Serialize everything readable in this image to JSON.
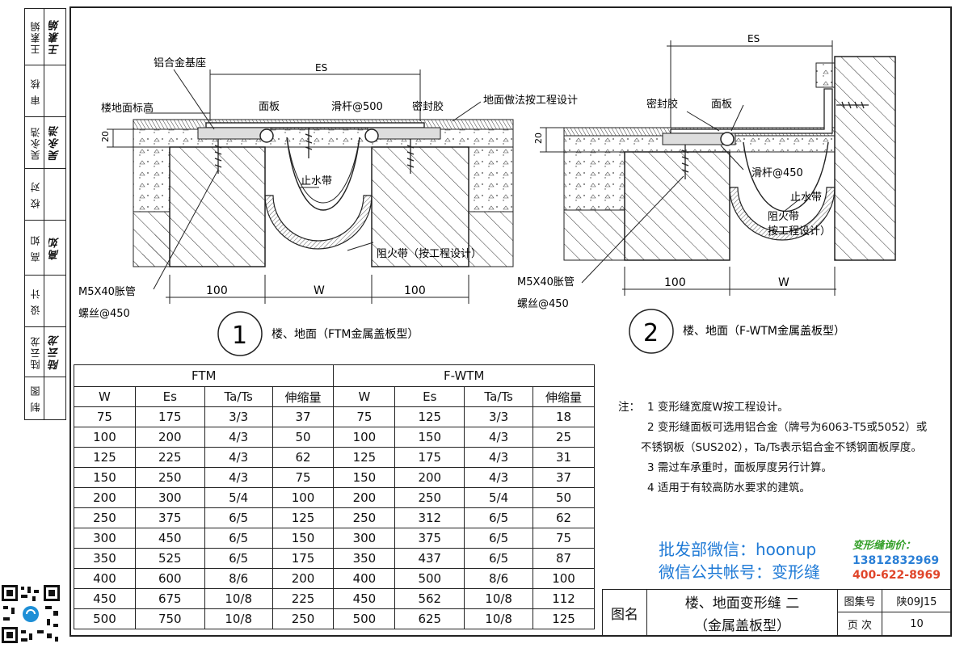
{
  "sidebar": [
    {
      "label": "王素娟",
      "sign": "王素娟"
    },
    {
      "label": "审 核",
      "sign": ""
    },
    {
      "label": "吴永浩",
      "sign": "吴永浩"
    },
    {
      "label": "校 对",
      "sign": ""
    },
    {
      "label": "高 如",
      "sign": "高如"
    },
    {
      "label": "设 计",
      "sign": ""
    },
    {
      "label": "陆云龙",
      "sign": "陆云龙"
    },
    {
      "label": "制 图",
      "sign": ""
    }
  ],
  "drawing1": {
    "labels": {
      "base": "铝合金基座",
      "es": "ES",
      "level": "楼地面标高",
      "panel": "面板",
      "slide": "滑杆@500",
      "sealant": "密封胶",
      "floor_note": "地面做法按工程设计",
      "dim20": "20",
      "waterstop": "止水带",
      "fire": "阻火带（按工程设计）",
      "screw1": "M5X40胀管",
      "screw2": "螺丝@450",
      "dim_left": "100",
      "dim_mid": "W",
      "dim_right": "100"
    },
    "number": "1",
    "caption": "楼、地面（FTM金属盖板型）"
  },
  "drawing2": {
    "labels": {
      "es": "ES",
      "sealant": "密封胶",
      "panel": "面板",
      "dim20": "20",
      "slide": "滑杆@450",
      "waterstop": "止水带",
      "fire1": "阻火带",
      "fire2": "按工程设计）",
      "screw1": "M5X40胀管",
      "screw2": "螺丝@450",
      "dim_left": "100",
      "dim_mid": "W"
    },
    "number": "2",
    "caption": "楼、地面（F-WTM金属盖板型）"
  },
  "table": {
    "group_ftm": "FTM",
    "group_fwtm": "F-WTM",
    "headers": [
      "W",
      "Es",
      "Ta/Ts",
      "伸缩量",
      "W",
      "Es",
      "Ta/Ts",
      "伸缩量"
    ],
    "rows": [
      [
        "75",
        "175",
        "3/3",
        "37",
        "75",
        "125",
        "3/3",
        "18"
      ],
      [
        "100",
        "200",
        "4/3",
        "50",
        "100",
        "150",
        "4/3",
        "25"
      ],
      [
        "125",
        "225",
        "4/3",
        "62",
        "125",
        "175",
        "4/3",
        "31"
      ],
      [
        "150",
        "250",
        "4/3",
        "75",
        "150",
        "200",
        "4/3",
        "37"
      ],
      [
        "200",
        "300",
        "5/4",
        "100",
        "200",
        "250",
        "5/4",
        "50"
      ],
      [
        "250",
        "375",
        "6/5",
        "125",
        "250",
        "312",
        "6/5",
        "62"
      ],
      [
        "300",
        "450",
        "6/5",
        "150",
        "300",
        "375",
        "6/5",
        "75"
      ],
      [
        "350",
        "525",
        "6/5",
        "175",
        "350",
        "437",
        "6/5",
        "87"
      ],
      [
        "400",
        "600",
        "8/6",
        "200",
        "400",
        "500",
        "8/6",
        "100"
      ],
      [
        "450",
        "675",
        "10/8",
        "225",
        "450",
        "562",
        "10/8",
        "112"
      ],
      [
        "500",
        "750",
        "10/8",
        "250",
        "500",
        "625",
        "10/8",
        "125"
      ]
    ]
  },
  "notes": {
    "prefix": "注：",
    "items": [
      "1 变形缝宽度W按工程设计。",
      "2 变形缝面板可选用铝合金（牌号为6063-T5或5052）或",
      "不锈钢板（SUS202），Ta/Ts表示铝合金不锈钢面板厚度。",
      "3 需过车承重时，面板厚度另行计算。",
      "4 适用于有较高防水要求的建筑。"
    ]
  },
  "ads": {
    "wechat": "批发部微信：hoonup",
    "public": "微信公共帐号：变形缝",
    "inquiry": "变形缝询价：",
    "phone1": "13812832969",
    "phone2": "400-622-8969"
  },
  "titleblock": {
    "name_label": "图名",
    "title1": "楼、地面变形缝 二",
    "title2": "（金属盖板型）",
    "atlas_label": "图集号",
    "atlas_value": "陕09J15",
    "page_label": "页 次",
    "page_value": "10"
  }
}
